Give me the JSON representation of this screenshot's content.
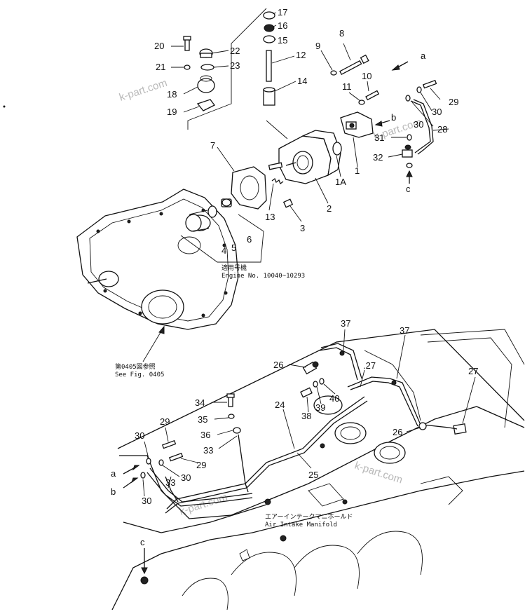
{
  "watermark": "k-part.com",
  "notes": {
    "serial_ja": "適用号機",
    "serial_en": "Engine No. 10040~10293",
    "see_fig_ja": "第0405図参照",
    "see_fig_en": "See Fig. 0405",
    "manifold_ja": "エアーインテークマニホールド",
    "manifold_en": "Air Intake Manifold"
  },
  "callouts": {
    "c1": "1",
    "c1a": "1A",
    "c2": "2",
    "c3": "3",
    "c4": "4",
    "c5": "5",
    "c6": "6",
    "c7": "7",
    "c8": "8",
    "c9": "9",
    "c10": "10",
    "c11": "11",
    "c12": "12",
    "c13": "13",
    "c14": "14",
    "c15": "15",
    "c16": "16",
    "c17": "17",
    "c18": "18",
    "c19": "19",
    "c20": "20",
    "c21": "21",
    "c22": "22",
    "c23": "23",
    "c24": "24",
    "c25": "25",
    "c26a": "26",
    "c26b": "26",
    "c27a": ".27",
    "c27b": "27",
    "c28": "28",
    "c29a": "29",
    "c29b": "29",
    "c29c": "29",
    "c30a": "30",
    "c30b": "30",
    "c30c": "30",
    "c30d": "30",
    "c30e": "30",
    "c31": "31",
    "c32": "32",
    "c33a": "33",
    "c33b": "33",
    "c34": "34",
    "c35": "35",
    "c36": "36",
    "c37a": "37",
    "c37b": "37",
    "c38": "38",
    "c39": "39",
    "c40": "40"
  },
  "connectors": {
    "a_top": "a",
    "b_top": "b",
    "c_top": "c",
    "a_bottom": "a",
    "b_bottom": "b",
    "c_bottom": "c"
  }
}
